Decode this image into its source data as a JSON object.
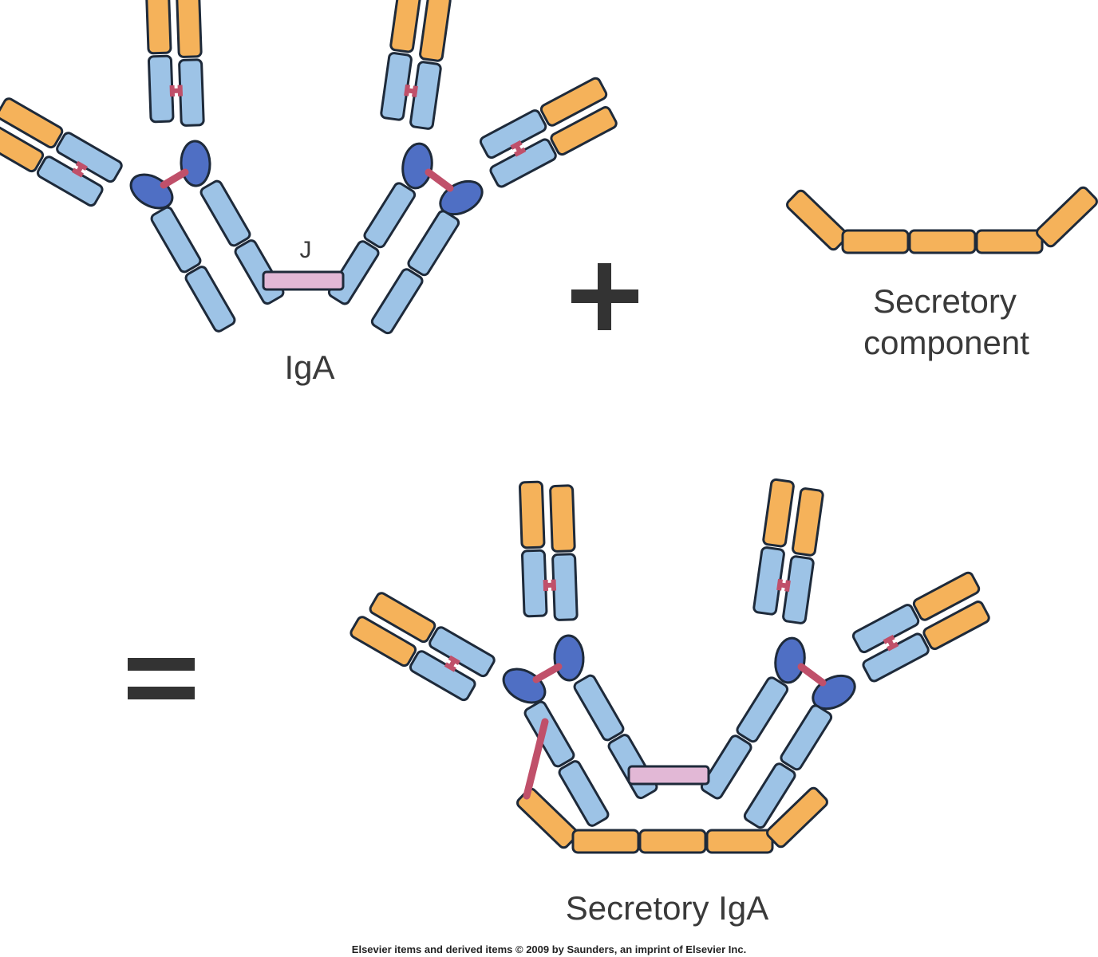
{
  "labels": {
    "j_chain": "J",
    "iga": "IgA",
    "secretory_component_line1": "Secretory",
    "secretory_component_line2": "component",
    "secretory_iga": "Secretory IgA",
    "credit": "Elsevier items and derived items © 2009 by Saunders, an imprint of Elsevier Inc."
  },
  "colors": {
    "light_chain_variable": "#F5B25A",
    "heavy_chain": "#9DC3E6",
    "hinge_region": "#4F6FC4",
    "disulfide_bond": "#C0506A",
    "j_chain": "#E2B8D6",
    "secretory_component": "#F5B25A",
    "outline": "#1E2A3A",
    "operator": "#333333"
  }
}
